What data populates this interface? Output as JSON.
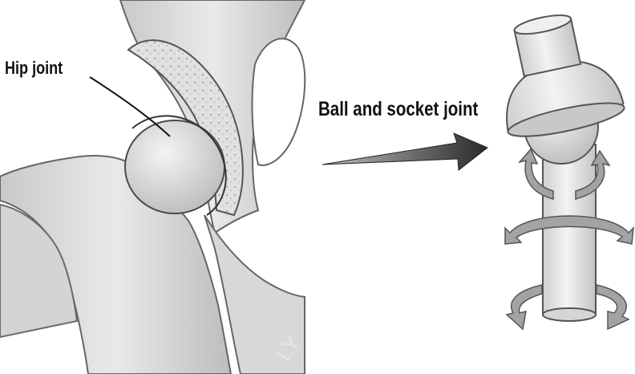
{
  "labels": {
    "hip_joint": "Hip joint",
    "ball_and_socket": "Ball and socket joint"
  },
  "watermark": "LY",
  "colors": {
    "bone_light": "#dcdcdc",
    "bone_mid": "#c2c2c2",
    "outline": "#555555",
    "arrow_dark": "#2e2e2e",
    "rotation_arrow": "#9a9a9a"
  }
}
